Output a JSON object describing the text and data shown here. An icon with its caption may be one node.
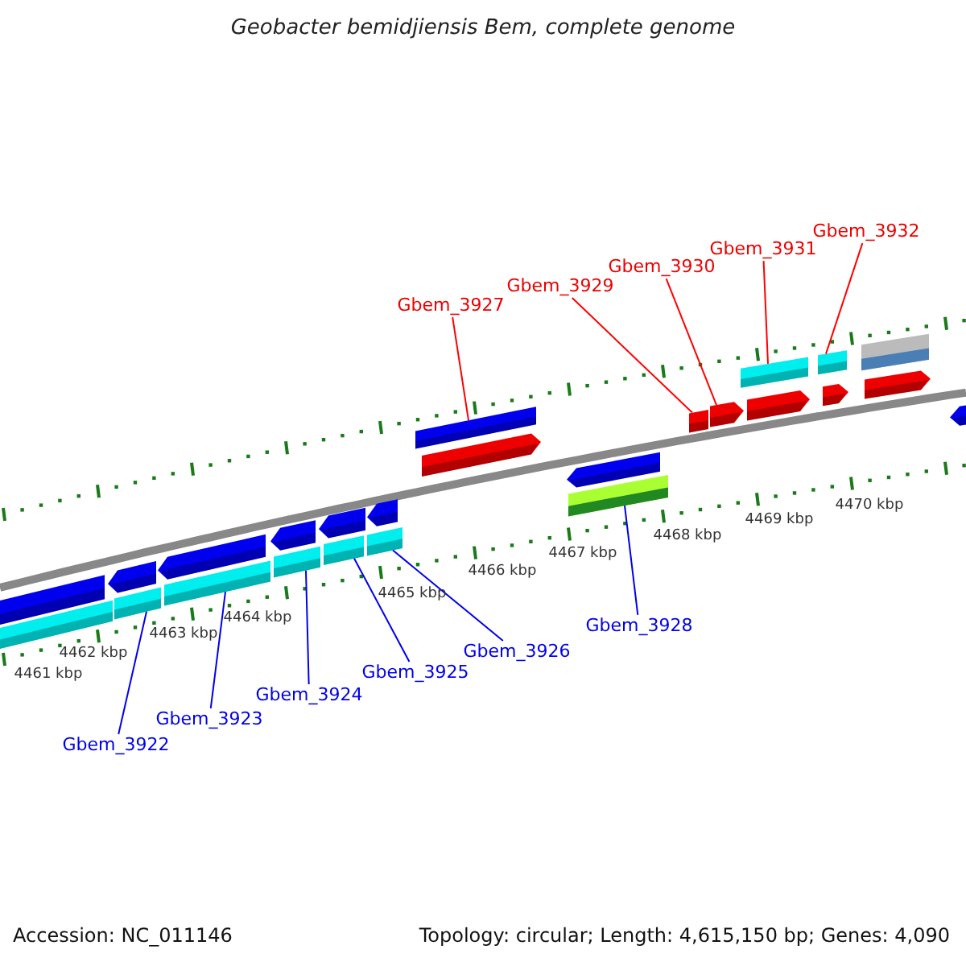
{
  "diagram": {
    "title": "Geobacter bemidjiensis Bem, complete genome",
    "nodes": [
      {
        "text": [
          "Gbem_3922"
        ]
      },
      {
        "text": [
          "Gbem_3923"
        ]
      },
      {
        "text": [
          "Gbem_3924"
        ]
      },
      {
        "text": [
          "Gbem_3925"
        ]
      },
      {
        "text": [
          "Gbem_3926"
        ]
      },
      {
        "text": [
          "Gbem_3927"
        ]
      },
      {
        "text": [
          "Gbem_3928"
        ]
      },
      {
        "text": [
          "Gbem_3929"
        ]
      },
      {
        "text": [
          "Gbem_3930"
        ]
      },
      {
        "text": [
          "Gbem_3931"
        ]
      },
      {
        "text": [
          "Gbem_3932"
        ]
      },
      {
        "text": [],
        "shape": "bar"
      },
      {
        "text": [],
        "shape": "bar"
      },
      {
        "text": [],
        "shape": "bar"
      },
      {
        "text": [],
        "shape": "bar"
      },
      {
        "text": [],
        "shape": "bar"
      },
      {
        "text": [],
        "shape": "bar"
      },
      {
        "text": [],
        "shape": "bar"
      },
      {
        "text": [],
        "shape": "bar"
      },
      {
        "text": [],
        "shape": "bar"
      },
      {
        "text": [],
        "shape": "bar"
      },
      {
        "text": [],
        "shape": "bar"
      }
    ],
    "edges": [
      {
        "from": 0,
        "to": 11,
        "arrow": "none"
      },
      {
        "from": 1,
        "to": 12,
        "arrow": "none"
      },
      {
        "from": 2,
        "to": 13,
        "arrow": "none"
      },
      {
        "from": 3,
        "to": 14,
        "arrow": "none"
      },
      {
        "from": 4,
        "to": 15,
        "arrow": "none"
      },
      {
        "from": 5,
        "to": 16,
        "arrow": "none",
        "color": "#ff0000"
      },
      {
        "from": 6,
        "to": 17,
        "arrow": "none"
      },
      {
        "from": 7,
        "to": 18,
        "arrow": "none",
        "color": "#ff0000"
      },
      {
        "from": 8,
        "to": 19,
        "arrow": "none",
        "color": "#ff0000"
      },
      {
        "from": 9,
        "to": 20,
        "arrow": "none",
        "color": "#ff0000"
      },
      {
        "from": 10,
        "to": 21,
        "arrow": "none",
        "color": "#ff0000"
      }
    ],
    "labels": [
      "4461 kbp",
      "4462 kbp",
      "4463 kbp",
      "4464 kbp",
      "4465 kbp",
      "4466 kbp",
      "4467 kbp",
      "4468 kbp",
      "4469 kbp",
      "4470 kbp",
      "Accession: NC_011146",
      "Topology: circular; Length: 4,615,150 bp; Genes: 4,090"
    ]
  }
}
